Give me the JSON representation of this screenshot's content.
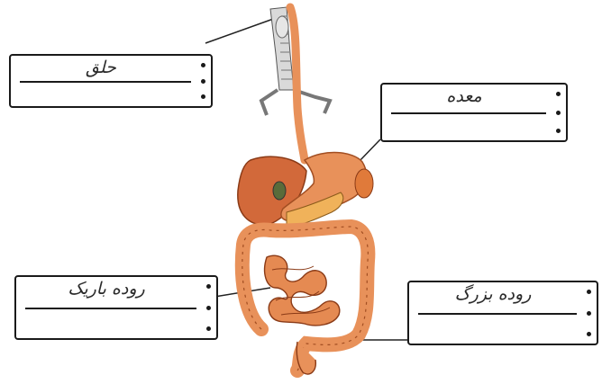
{
  "labels": {
    "throat": "حلق",
    "stomach": "معده",
    "large_intestine": "روده بزرگ",
    "small_intestine": "روده باریک"
  },
  "colors": {
    "organ_fill": "#e8915a",
    "organ_dark": "#c0602d",
    "liver": "#d2693a",
    "outline": "#1a1a1a",
    "trachea": "#d9d9d9"
  }
}
